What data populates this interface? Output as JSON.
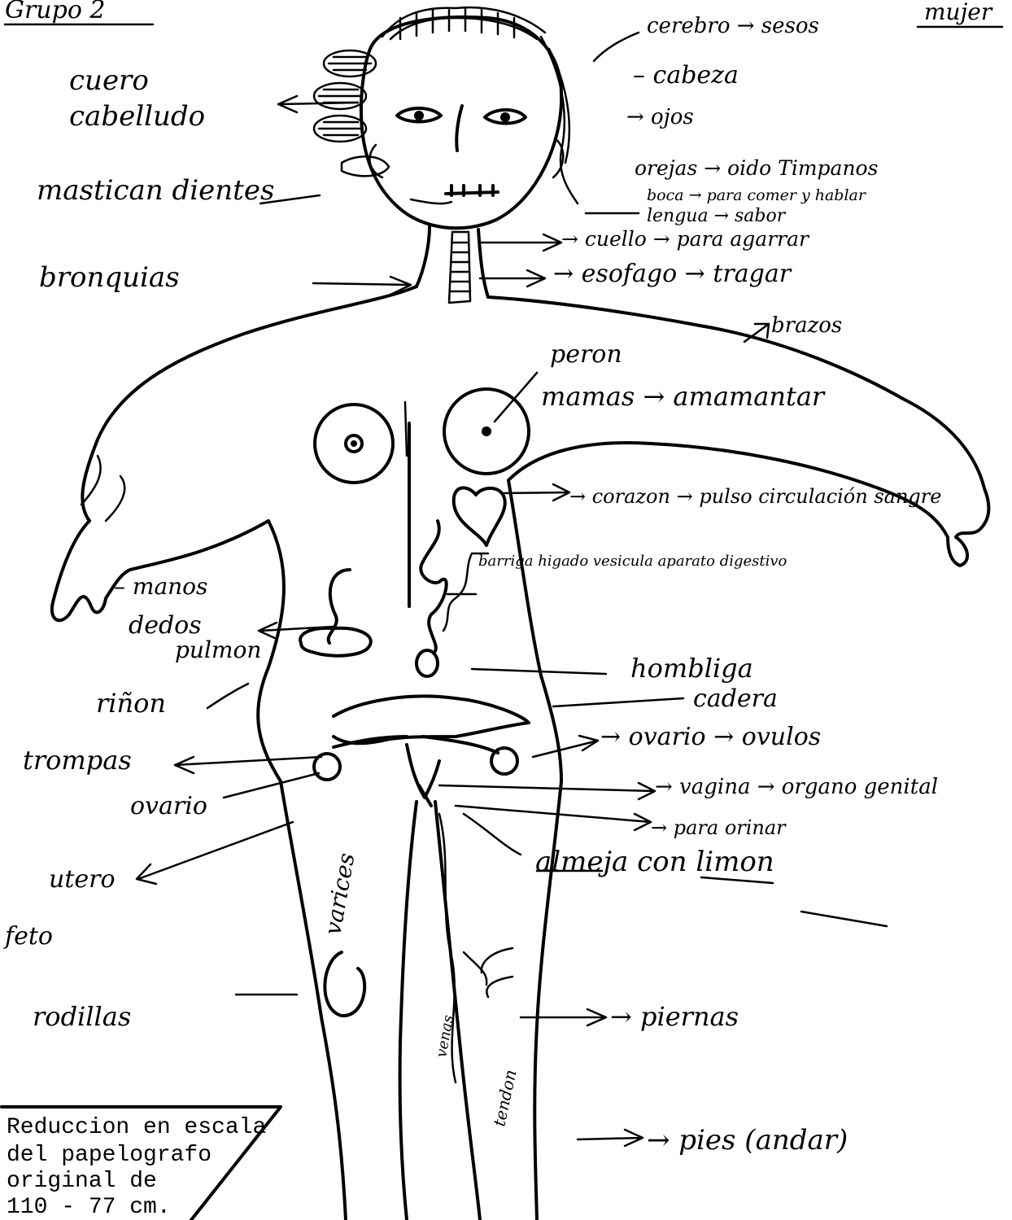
{
  "header": {
    "group": "Grupo 2",
    "title": "mujer"
  },
  "labels": {
    "cerebro": "cerebro → sesos",
    "cabeza": "– cabeza",
    "ojos": "→ ojos",
    "oreja": "orejas → oido Timpanos",
    "boca": "boca → para comer y hablar",
    "lengua": "lengua → sabor",
    "cuello": "→ cuello → para agarrar",
    "esofago": "→ esofago → tragar",
    "brazos": "brazos",
    "peron": "peron",
    "mamas": "mamas → amamantar",
    "corazon": "→ corazon → pulso circulación sangre",
    "barriga": "barriga higado vesicula aparato digestivo",
    "hombliga": "hombliga",
    "cadera": "cadera",
    "ovario_right": "→ ovario → ovulos",
    "vagina": "→ vagina → organo genital",
    "orinar": "→ para orinar",
    "almeja": "almeja con limon",
    "piernas": "→ piernas",
    "pies": "→ pies (andar)",
    "cuero": "cuero cabelludo",
    "mastican": "mastican dientes",
    "bronquias": "bronquias",
    "manos": "– manos",
    "dedos": "dedos",
    "pulmon": "pulmon",
    "rinon": "riñon",
    "trompas": "trompas",
    "ovario_left": "ovario",
    "utero": "utero",
    "feto": "feto",
    "rodillas": "rodillas",
    "varices": "varices",
    "venas": "venas",
    "tendon": "tendon"
  },
  "note": {
    "line1": "Reduccion en escala",
    "line2": "del papelografo",
    "line3": "original de",
    "line4": "110 - 77 cm."
  }
}
